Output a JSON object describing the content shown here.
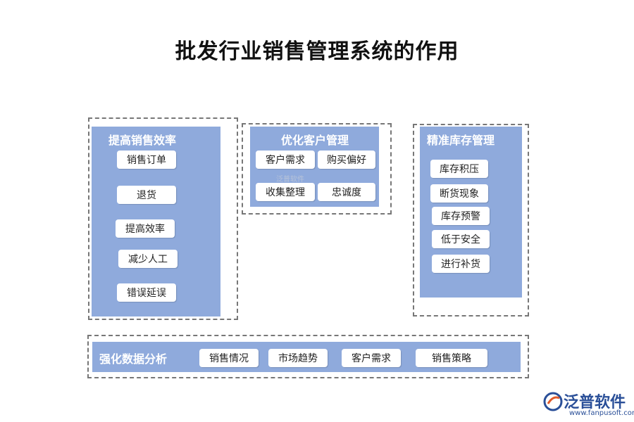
{
  "title": "批发行业销售管理系统的作用",
  "panels": {
    "efficiency": {
      "title": "提高销售效率",
      "items": [
        "销售订单",
        "退货",
        "提高效率",
        "减少人工",
        "错误延误"
      ]
    },
    "customer": {
      "title": "优化客户管理",
      "items": [
        "客户需求",
        "购买偏好",
        "收集整理",
        "忠诚度"
      ]
    },
    "inventory": {
      "title": "精准库存管理",
      "items": [
        "库存积压",
        "断货现象",
        "库存预警",
        "低于安全",
        "进行补货"
      ]
    },
    "analysis": {
      "title": "强化数据分析",
      "items": [
        "销售情况",
        "市场趋势",
        "客户需求",
        "销售策略"
      ]
    }
  },
  "watermark": "泛普软件",
  "logo": {
    "name": "泛普软件",
    "url": "www.fanpusoft.com"
  },
  "colors": {
    "panel": "#8faadc",
    "chip": "#ffffff",
    "brand": "#2a4f98"
  }
}
